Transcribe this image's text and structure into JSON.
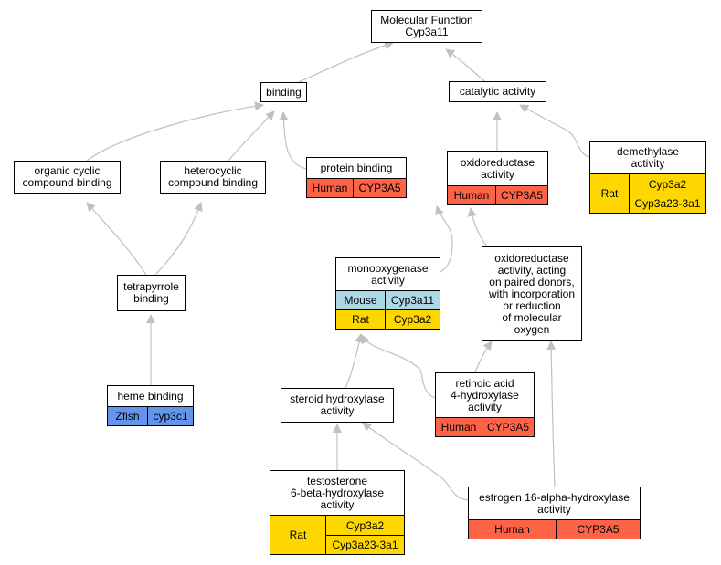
{
  "colors": {
    "edge": "#c0c0c0",
    "human": "#ff6347",
    "rat": "#ffd700",
    "mouse": "#add8e6",
    "zfish": "#6495ed"
  },
  "nodes": {
    "mf": {
      "title": "Molecular Function\nCyp3a11"
    },
    "binding": {
      "title": "binding"
    },
    "catalytic": {
      "title": "catalytic activity"
    },
    "ocb": {
      "title": "organic cyclic\ncompound binding"
    },
    "hcb": {
      "title": "heterocyclic\ncompound binding"
    },
    "pb": {
      "title": "protein binding",
      "species": "Human",
      "gene": "CYP3A5"
    },
    "oxred": {
      "title": "oxidoreductase\nactivity",
      "species": "Human",
      "gene": "CYP3A5"
    },
    "demeth": {
      "title": "demethylase\nactivity",
      "species": "Rat",
      "genes": [
        "Cyp3a2",
        "Cyp3a23-3a1"
      ]
    },
    "tetra": {
      "title": "tetrapyrrole\nbinding"
    },
    "mono": {
      "title": "monooxygenase\nactivity",
      "rows": [
        {
          "species": "Mouse",
          "gene": "Cyp3a11"
        },
        {
          "species": "Rat",
          "gene": "Cyp3a2"
        }
      ]
    },
    "oxpd": {
      "title": "oxidoreductase\nactivity, acting\non paired donors,\nwith incorporation\nor reduction\nof molecular\noxygen"
    },
    "retinoic": {
      "title": "retinoic acid\n4-hydroxylase\nactivity",
      "species": "Human",
      "gene": "CYP3A5"
    },
    "heme": {
      "title": "heme binding",
      "species": "Zfish",
      "gene": "cyp3c1"
    },
    "steroid": {
      "title": "steroid hydroxylase\nactivity"
    },
    "testo": {
      "title": "testosterone\n6-beta-hydroxylase\nactivity",
      "species": "Rat",
      "genes": [
        "Cyp3a2",
        "Cyp3a23-3a1"
      ]
    },
    "estro": {
      "title": "estrogen 16-alpha-hydroxylase\nactivity",
      "species": "Human",
      "gene": "CYP3A5"
    }
  }
}
